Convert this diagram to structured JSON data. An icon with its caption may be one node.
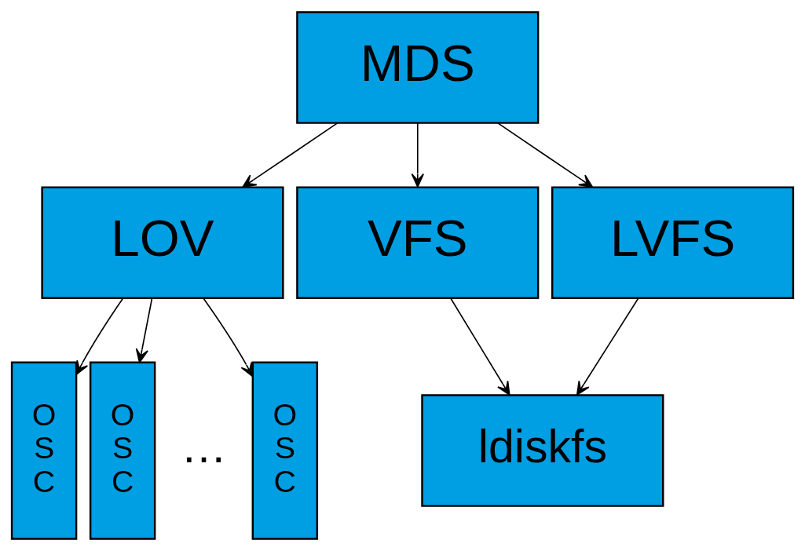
{
  "diagram": {
    "nodes": [
      {
        "text": [
          "MDS"
        ]
      },
      {
        "text": [
          "LOV"
        ]
      },
      {
        "text": [
          "VFS"
        ]
      },
      {
        "text": [
          "LVFS"
        ]
      },
      {
        "text": [
          "O S C"
        ]
      },
      {
        "text": [
          "O S C"
        ]
      },
      {
        "text": [
          "O S C"
        ]
      },
      {
        "text": [
          "ldiskfs"
        ]
      }
    ],
    "edges": [
      {
        "from": 0,
        "to": 1,
        "arrow": "to"
      },
      {
        "from": 0,
        "to": 2,
        "arrow": "to"
      },
      {
        "from": 0,
        "to": 3,
        "arrow": "to"
      },
      {
        "from": 1,
        "to": 4,
        "arrow": "to"
      },
      {
        "from": 1,
        "to": 5,
        "arrow": "to"
      },
      {
        "from": 1,
        "to": 6,
        "arrow": "to"
      },
      {
        "from": 2,
        "to": 7,
        "arrow": "to"
      },
      {
        "from": 3,
        "to": 7,
        "arrow": "to"
      }
    ],
    "labels": [
      "…"
    ]
  }
}
